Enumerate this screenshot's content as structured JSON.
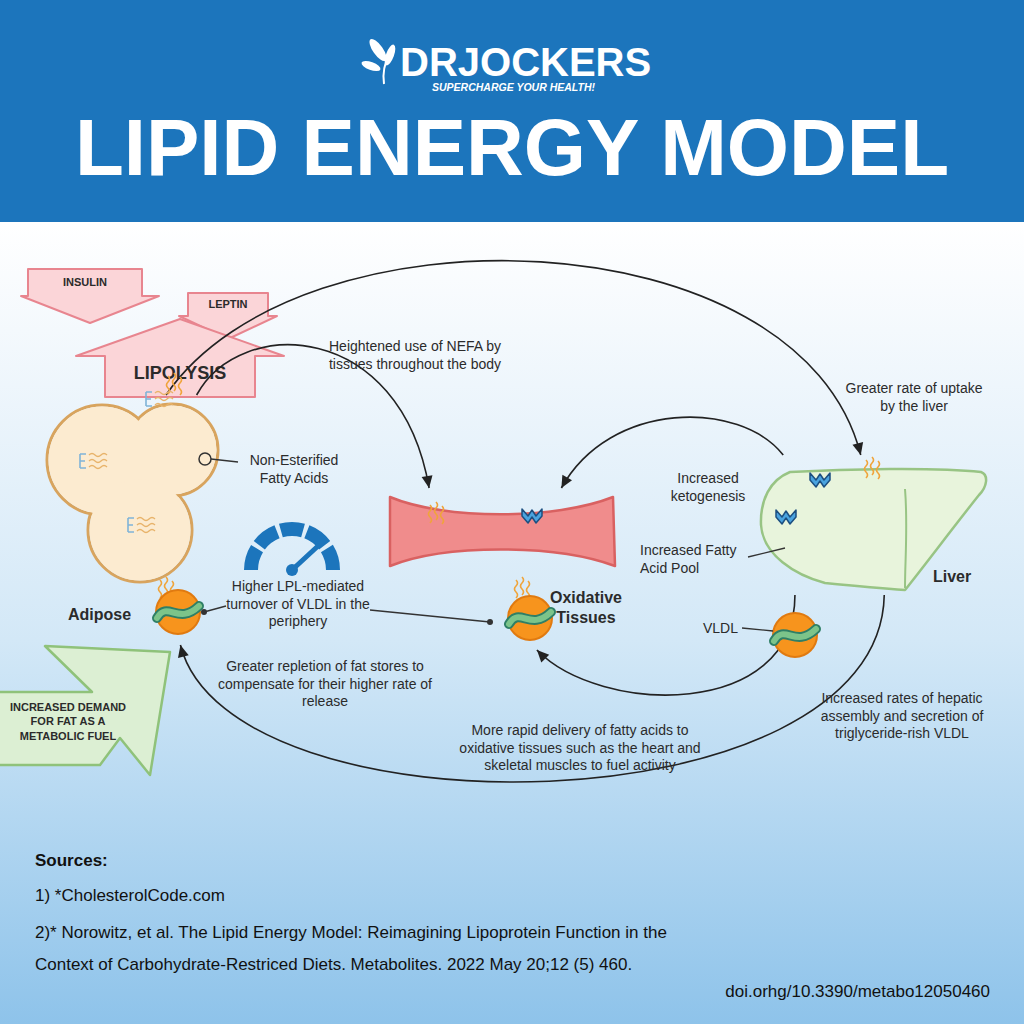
{
  "diagram": {
    "title": "LIPID ENERGY MODEL",
    "nodes": [
      {
        "text": [
          "INSULIN"
        ]
      },
      {
        "text": [
          "LEPTIN"
        ]
      },
      {
        "text": [
          "LIPOLYSIS"
        ]
      },
      {
        "text": [
          "Adipose"
        ]
      },
      {
        "text": [
          "Oxidative Tissues"
        ]
      },
      {
        "text": [
          "Liver"
        ]
      },
      {
        "text": [
          "INCREASED DEMAND FOR FAT AS A METABOLIC FUEL"
        ]
      }
    ],
    "edges": [
      {
        "from": 3,
        "to": 5,
        "arrow": "to",
        "label": "Greater rate of uptake by the liver"
      },
      {
        "from": 3,
        "to": 4,
        "arrow": "to",
        "label": "Heightened use of NEFA by tissues throughout the body"
      },
      {
        "from": 5,
        "to": 4,
        "arrow": "to",
        "label": "Increased ketogenesis"
      },
      {
        "from": 5,
        "to": 4,
        "arrow": "to",
        "label": "More rapid delivery of fatty acids to oxidative tissues such as the heart and skeletal muscles to fuel activity"
      },
      {
        "from": 5,
        "to": 3,
        "arrow": "to",
        "label": "Greater repletion of fat stores to compensate for their higher rate of release"
      }
    ],
    "labels": [
      "DRJOCKERS",
      "SUPERCHARGE YOUR HEALTH!",
      "Non-Esterified Fatty Acids",
      "Increased Fatty Acid Pool",
      "Higher LPL-mediated turnover of VLDL in the periphery",
      "VLDL",
      "Increased rates of hepatic assembly and secretion of triglyceride-rish VLDL",
      "Sources:",
      "1) *CholesterolCode.com",
      "2)* Norowitz, et al. The Lipid Energy Model: Reimagining Lipoprotein Function in the Context of Carbohydrate-Restriced Diets. Metabolites. 2022 May 20;12 (5) 460.",
      "doi.orhg/10.3390/metabo12050460"
    ]
  }
}
